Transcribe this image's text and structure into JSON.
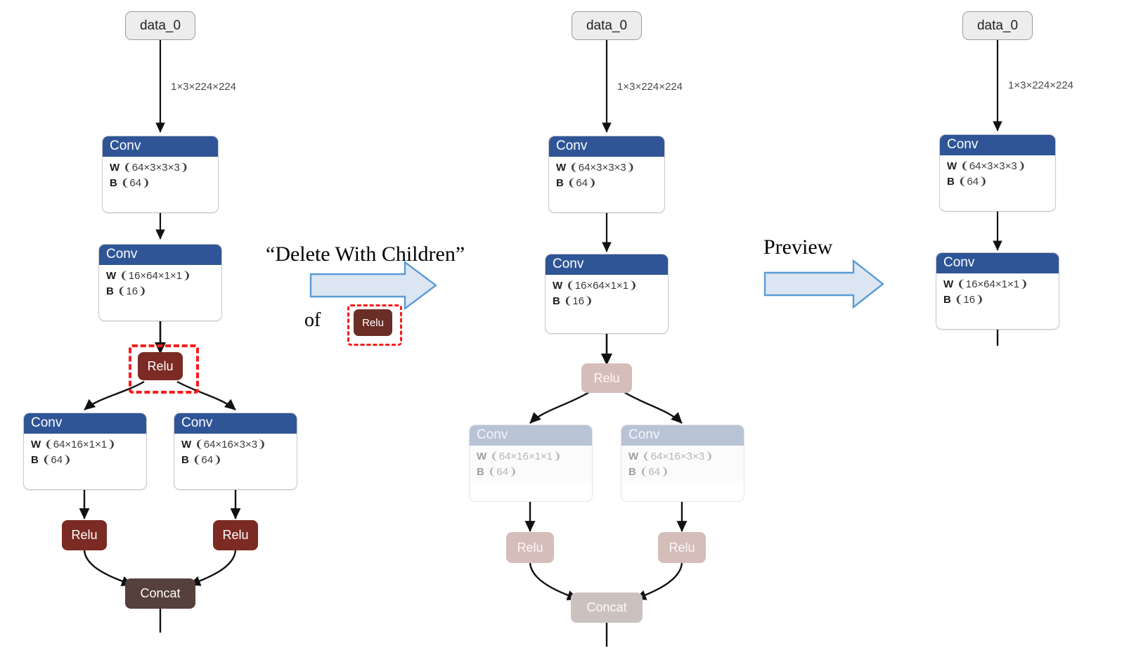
{
  "figure": {
    "type": "diagram",
    "description": "Three-stage neural-network graph editor illustration showing Delete With Children then Preview"
  },
  "labels": {
    "data_node": "data_0",
    "conv_title": "Conv",
    "relu_title": "Relu",
    "concat_title": "Concat",
    "weight_key": "W",
    "bias_key": "B",
    "edge_dim": "1×3×224×224"
  },
  "annotations": {
    "step1_title": "“Delete With Children”",
    "step1_of": "of",
    "step1_chip": "Relu",
    "step2_title": "Preview"
  },
  "colors": {
    "conv_header": "#2f5597",
    "conv_header_ghost": "#b9c3d6",
    "relu": "#7b2b24",
    "relu_ghost": "#d5bdba",
    "concat": "#55403b",
    "concat_ghost": "#cbc2bf",
    "io_node": "#ededed",
    "selection_ring": "#f81b1b",
    "arrow_fill": "#dce6f2",
    "arrow_stroke": "#5b9bd5",
    "edge": "#111111"
  },
  "graphs": [
    {
      "id": "original",
      "name": "Original graph with Relu selected",
      "nodes": [
        {
          "id": "g1-data",
          "kind": "io",
          "label": "data_0"
        },
        {
          "id": "g1-conv1",
          "kind": "conv",
          "title": "Conv",
          "w": "❨64×3×3×3❩",
          "b": "❨64❩",
          "ghost": false
        },
        {
          "id": "g1-conv2",
          "kind": "conv",
          "title": "Conv",
          "w": "❨16×64×1×1❩",
          "b": "❨16❩",
          "ghost": false
        },
        {
          "id": "g1-relu1",
          "kind": "relu",
          "title": "Relu",
          "ghost": false,
          "selected": true
        },
        {
          "id": "g1-conv3",
          "kind": "conv",
          "title": "Conv",
          "w": "❨64×16×1×1❩",
          "b": "❨64❩",
          "ghost": false
        },
        {
          "id": "g1-conv4",
          "kind": "conv",
          "title": "Conv",
          "w": "❨64×16×3×3❩",
          "b": "❨64❩",
          "ghost": false
        },
        {
          "id": "g1-relu2",
          "kind": "relu",
          "title": "Relu",
          "ghost": false
        },
        {
          "id": "g1-relu3",
          "kind": "relu",
          "title": "Relu",
          "ghost": false
        },
        {
          "id": "g1-concat",
          "kind": "concat",
          "title": "Concat",
          "ghost": false
        }
      ]
    },
    {
      "id": "preview",
      "name": "Preview with children greyed out",
      "nodes": [
        {
          "id": "g2-data",
          "kind": "io",
          "label": "data_0"
        },
        {
          "id": "g2-conv1",
          "kind": "conv",
          "title": "Conv",
          "w": "❨64×3×3×3❩",
          "b": "❨64❩",
          "ghost": false
        },
        {
          "id": "g2-conv2",
          "kind": "conv",
          "title": "Conv",
          "w": "❨16×64×1×1❩",
          "b": "❨16❩",
          "ghost": false
        },
        {
          "id": "g2-relu1",
          "kind": "relu",
          "title": "Relu",
          "ghost": true
        },
        {
          "id": "g2-conv3",
          "kind": "conv",
          "title": "Conv",
          "w": "❨64×16×1×1❩",
          "b": "❨64❩",
          "ghost": true
        },
        {
          "id": "g2-conv4",
          "kind": "conv",
          "title": "Conv",
          "w": "❨64×16×3×3❩",
          "b": "❨64❩",
          "ghost": true
        },
        {
          "id": "g2-relu2",
          "kind": "relu",
          "title": "Relu",
          "ghost": true
        },
        {
          "id": "g2-relu3",
          "kind": "relu",
          "title": "Relu",
          "ghost": true
        },
        {
          "id": "g2-concat",
          "kind": "concat",
          "title": "Concat",
          "ghost": true
        }
      ]
    },
    {
      "id": "result",
      "name": "Resulting graph after deletion",
      "nodes": [
        {
          "id": "g3-data",
          "kind": "io",
          "label": "data_0"
        },
        {
          "id": "g3-conv1",
          "kind": "conv",
          "title": "Conv",
          "w": "❨64×3×3×3❩",
          "b": "❨64❩",
          "ghost": false
        },
        {
          "id": "g3-conv2",
          "kind": "conv",
          "title": "Conv",
          "w": "❨16×64×1×1❩",
          "b": "❨16❩",
          "ghost": false
        }
      ]
    }
  ]
}
